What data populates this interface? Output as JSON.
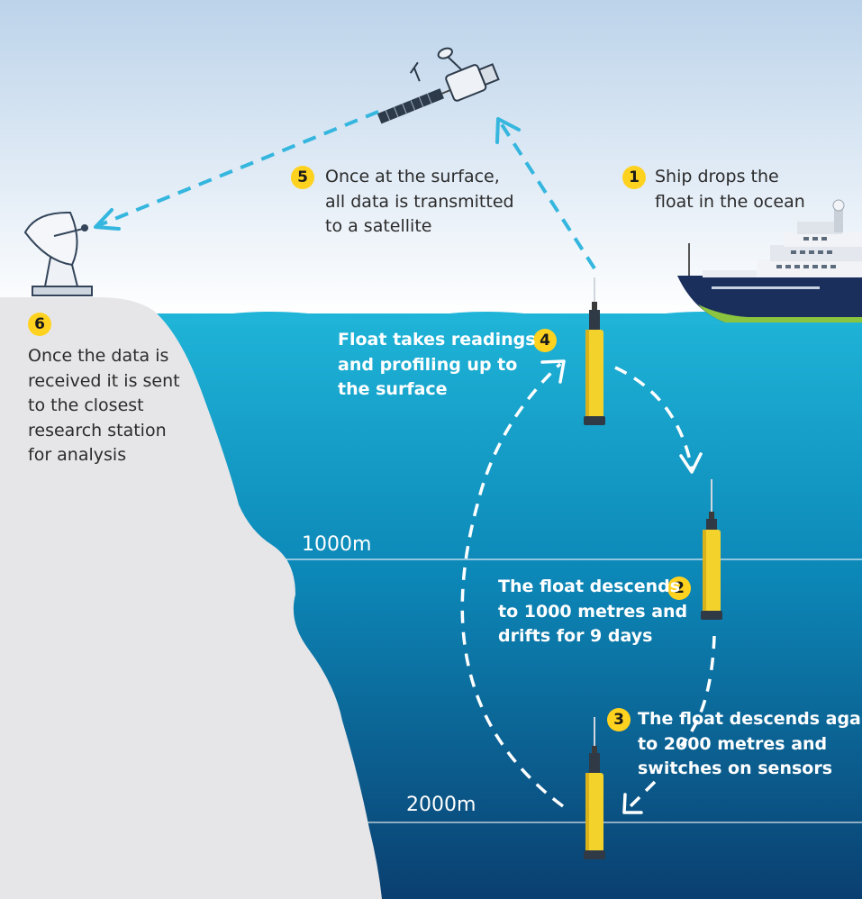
{
  "colors": {
    "sky_top": "#bcd3ea",
    "sky_bottom": "#ffffff",
    "ocean_top": "#1fb4d8",
    "ocean_mid": "#0c87b7",
    "ocean_bottom": "#0a3f70",
    "cliff": "#e6e6e8",
    "badge": "#ffd21f",
    "float_body": "#f4d22c",
    "dash_surface": "#35b6de",
    "dash_underwater": "#ffffff",
    "ship_hull": "#1a2f5c",
    "ship_stripe": "#8bc53f"
  },
  "icons": {
    "satellite": "satellite-icon",
    "dish": "satellite-dish-icon",
    "ship": "research-ship-icon",
    "float": "argo-float-icon"
  },
  "steps": [
    {
      "number": "1",
      "lines": [
        "Ship drops the",
        "float in the ocean"
      ]
    },
    {
      "number": "2",
      "lines": [
        "The float descends",
        "to 1000 metres and",
        "drifts for 9 days"
      ]
    },
    {
      "number": "3",
      "lines": [
        "The float descends again",
        "to 2000 metres and",
        "switches on sensors"
      ]
    },
    {
      "number": "4",
      "lines": [
        "Float takes readings",
        "and profiling up to",
        "the surface"
      ]
    },
    {
      "number": "5",
      "lines": [
        "Once at the surface,",
        "all data is transmitted",
        "to a satellite"
      ]
    },
    {
      "number": "6",
      "lines": [
        "Once the data is",
        "received it is sent",
        "to the closest",
        "research station",
        "for analysis"
      ]
    }
  ],
  "depths": {
    "d1000": "1000m",
    "d2000": "2000m"
  }
}
